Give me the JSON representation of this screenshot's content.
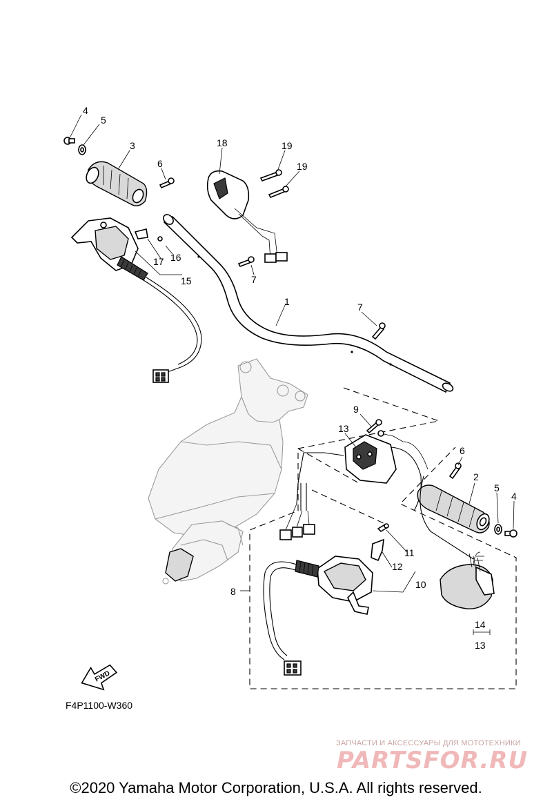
{
  "diagram": {
    "code": "F4P1100-W360",
    "fwd_label": "FWD",
    "callouts": [
      {
        "id": "c4a",
        "text": "4"
      },
      {
        "id": "c5a",
        "text": "5"
      },
      {
        "id": "c3",
        "text": "3"
      },
      {
        "id": "c6a",
        "text": "6"
      },
      {
        "id": "c18",
        "text": "18"
      },
      {
        "id": "c19a",
        "text": "19"
      },
      {
        "id": "c19b",
        "text": "19"
      },
      {
        "id": "c17",
        "text": "17"
      },
      {
        "id": "c16",
        "text": "16"
      },
      {
        "id": "c15",
        "text": "15"
      },
      {
        "id": "c7a",
        "text": "7"
      },
      {
        "id": "c1",
        "text": "1"
      },
      {
        "id": "c7b",
        "text": "7"
      },
      {
        "id": "c9",
        "text": "9"
      },
      {
        "id": "c13a",
        "text": "13"
      },
      {
        "id": "c6b",
        "text": "6"
      },
      {
        "id": "c2",
        "text": "2"
      },
      {
        "id": "c5b",
        "text": "5"
      },
      {
        "id": "c4b",
        "text": "4"
      },
      {
        "id": "c11",
        "text": "11"
      },
      {
        "id": "c12",
        "text": "12"
      },
      {
        "id": "c10",
        "text": "10"
      },
      {
        "id": "c8",
        "text": "8"
      },
      {
        "id": "c14",
        "text": "14"
      },
      {
        "id": "c13b",
        "text": "13"
      }
    ]
  },
  "footer": {
    "copyright": "©2020 Yamaha Motor Corporation, U.S.A. All rights reserved."
  },
  "watermark": {
    "tagline": "ЗАПЧАСТИ И АКСЕССУАРЫ ДЛЯ МОТОТЕХНИКИ",
    "logo": "PARTSFOR.RU"
  }
}
